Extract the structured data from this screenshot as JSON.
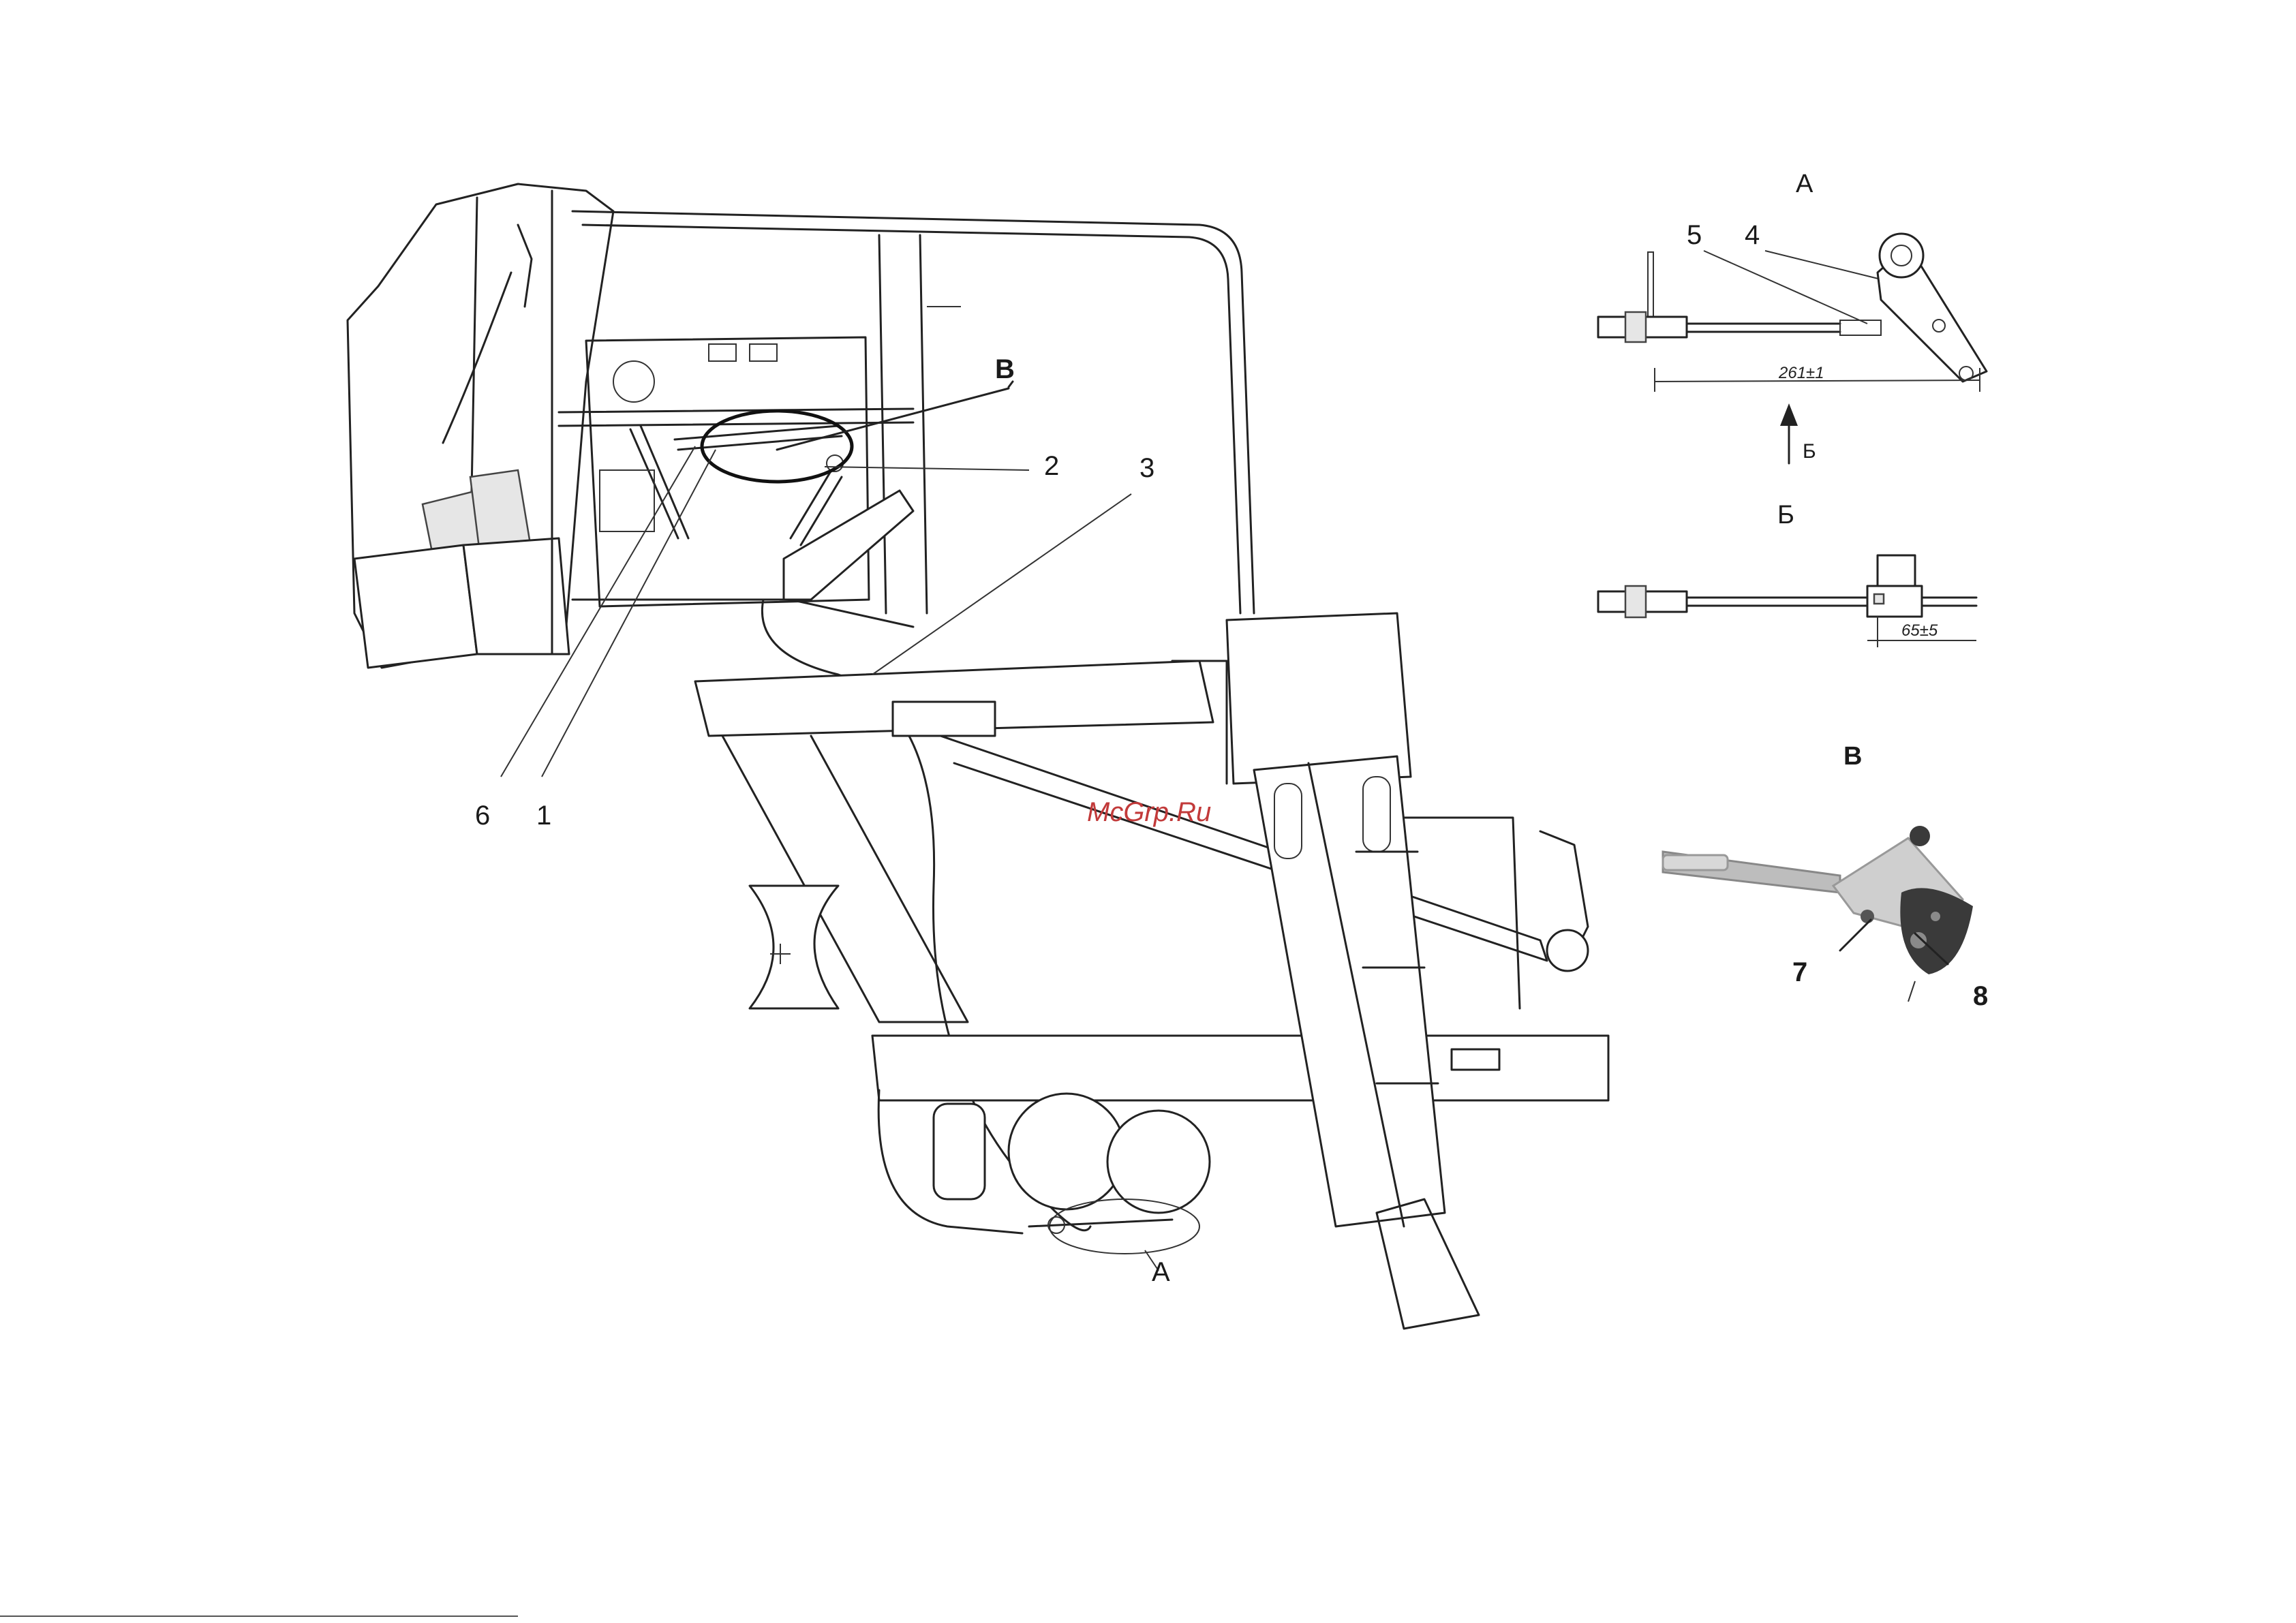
{
  "callouts": {
    "c1": "1",
    "c2": "2",
    "c3": "3",
    "c4": "4",
    "c5": "5",
    "c6": "6",
    "c7": "7",
    "c8": "8",
    "cV": "В",
    "cA": "А"
  },
  "views": {
    "view_a": {
      "title": "А",
      "dimension": "261±1",
      "arrow_label": "Б"
    },
    "view_b": {
      "title": "Б",
      "dimension": "65±5"
    },
    "view_v": {
      "title": "В"
    }
  },
  "watermark": "McGrp.Ru",
  "colors": {
    "line": "#222222",
    "watermark": "#c23a3a",
    "detail_dark": "#3a3a3a",
    "detail_light": "#bdbdbd"
  }
}
